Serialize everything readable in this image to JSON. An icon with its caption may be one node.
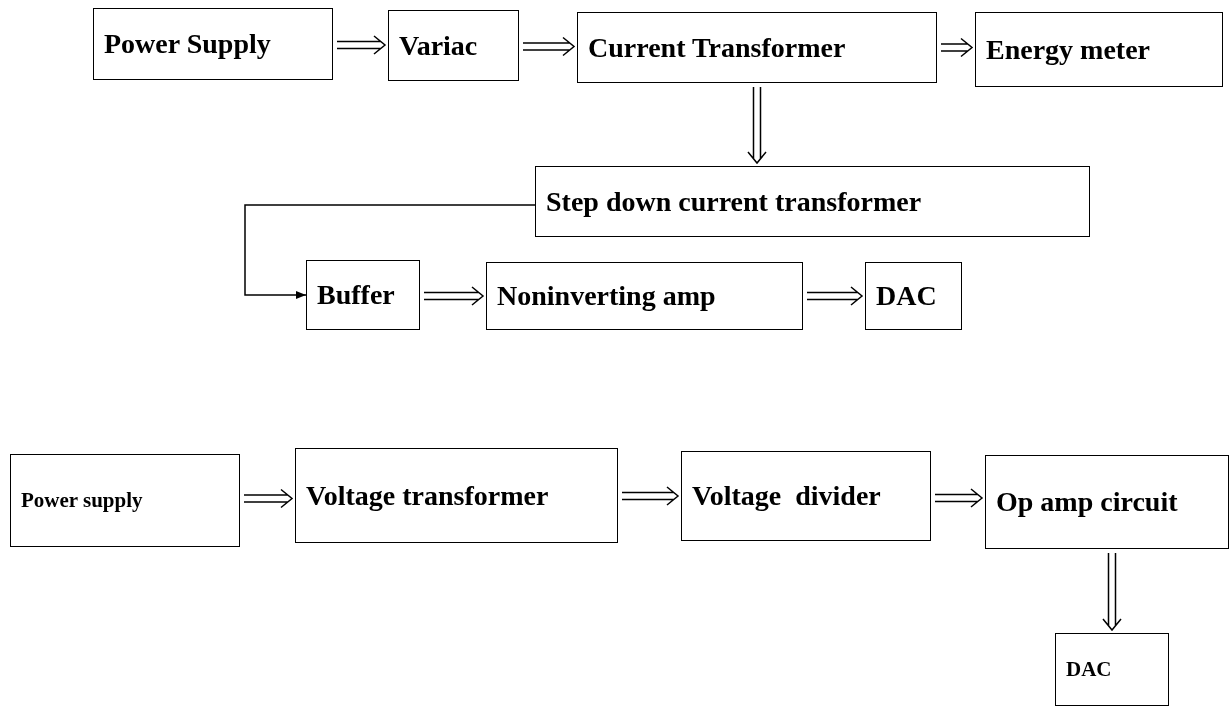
{
  "diagram": {
    "nodes": [
      {
        "text": [
          "Power Supply"
        ]
      },
      {
        "text": [
          "Variac"
        ]
      },
      {
        "text": [
          "Current Transformer"
        ]
      },
      {
        "text": [
          "Energy meter"
        ]
      },
      {
        "text": [
          "Step down current transformer"
        ]
      },
      {
        "text": [
          "Buffer"
        ]
      },
      {
        "text": [
          "Noninverting amp"
        ]
      },
      {
        "text": [
          "DAC"
        ]
      },
      {
        "text": [
          "Power supply"
        ]
      },
      {
        "text": [
          "Voltage transformer"
        ]
      },
      {
        "text": [
          "Voltage  divider"
        ]
      },
      {
        "text": [
          "Op amp circuit"
        ]
      },
      {
        "text": [
          "DAC"
        ]
      }
    ],
    "edges": [
      {
        "from": 0,
        "to": 1,
        "arrow": "to"
      },
      {
        "from": 1,
        "to": 2,
        "arrow": "to"
      },
      {
        "from": 2,
        "to": 3,
        "arrow": "to"
      },
      {
        "from": 2,
        "to": 4,
        "arrow": "to"
      },
      {
        "from": 4,
        "to": 5,
        "arrow": "to"
      },
      {
        "from": 5,
        "to": 6,
        "arrow": "to"
      },
      {
        "from": 6,
        "to": 7,
        "arrow": "to"
      },
      {
        "from": 8,
        "to": 9,
        "arrow": "to"
      },
      {
        "from": 9,
        "to": 10,
        "arrow": "to"
      },
      {
        "from": 10,
        "to": 11,
        "arrow": "to"
      },
      {
        "from": 11,
        "to": 12,
        "arrow": "to"
      }
    ]
  }
}
